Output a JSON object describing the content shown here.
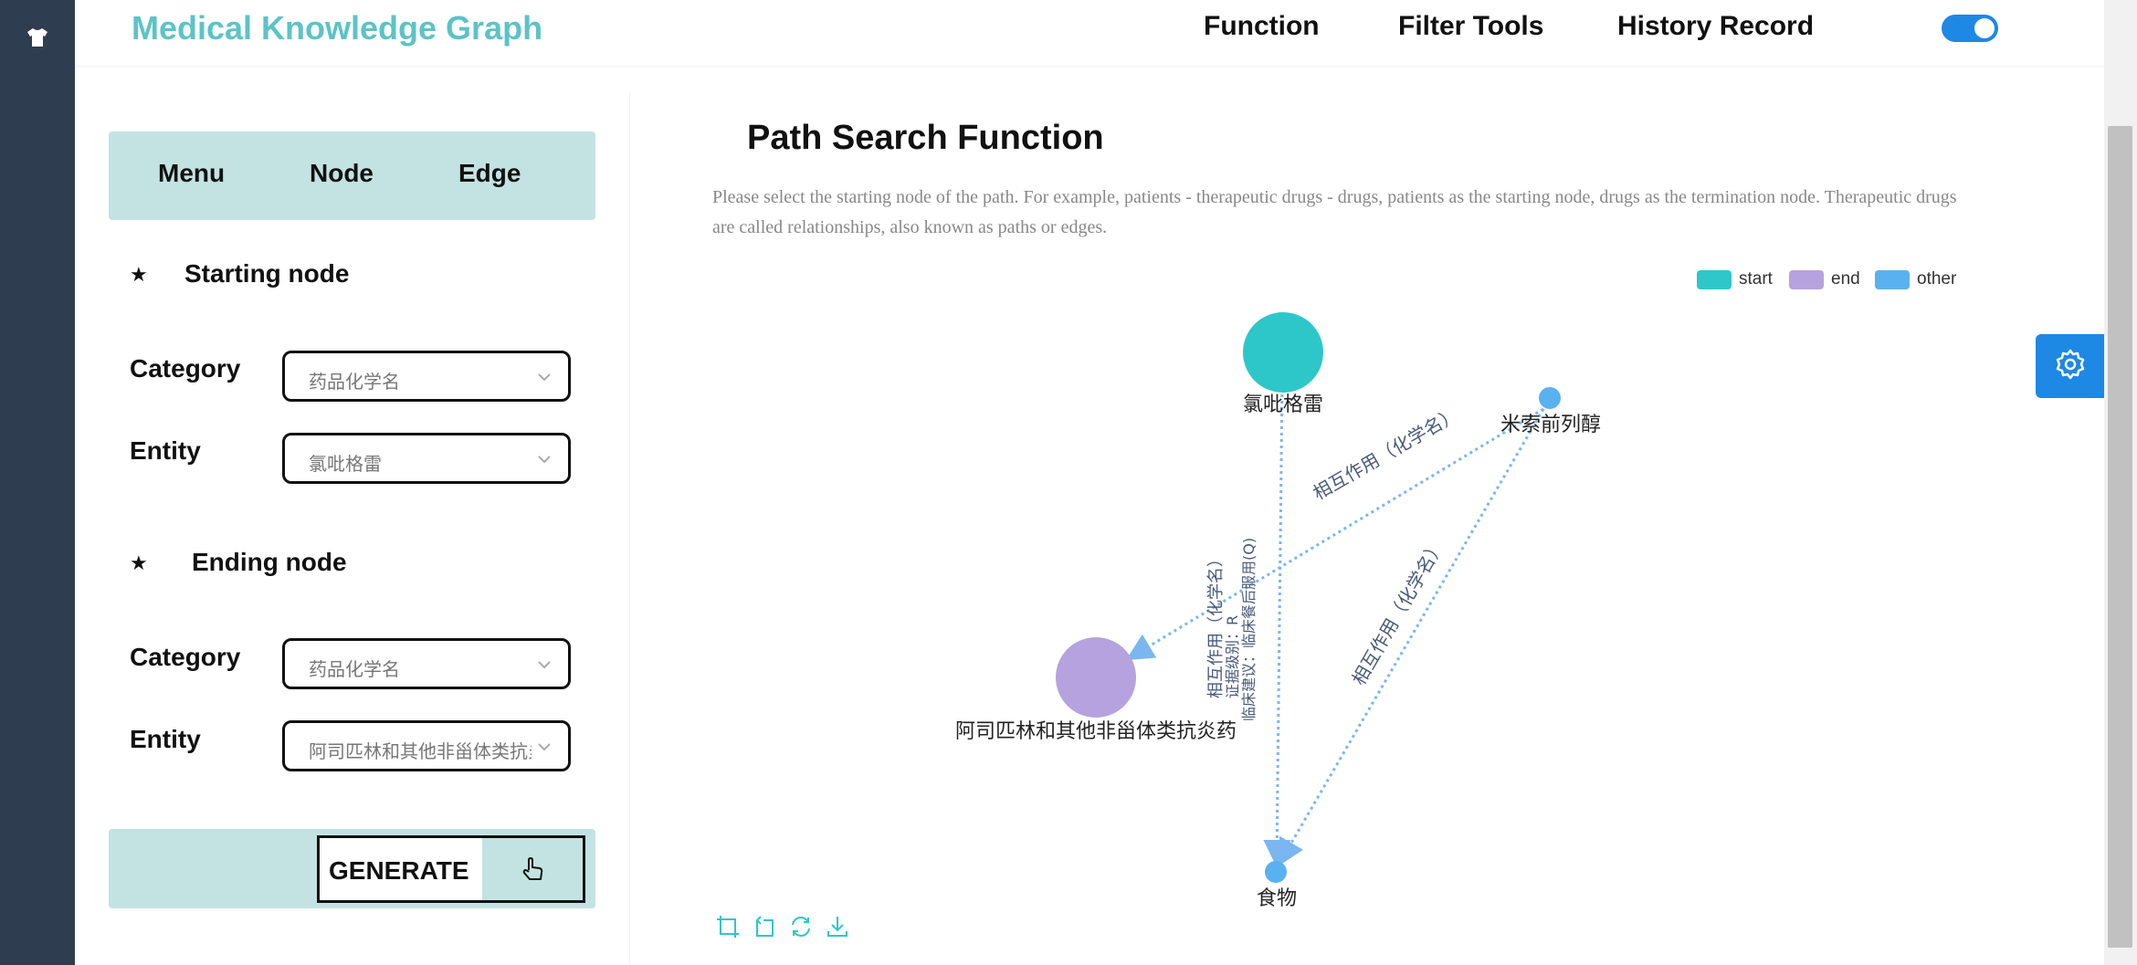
{
  "header": {
    "title": "Medical Knowledge Graph",
    "nav": [
      "Function",
      "Filter Tools",
      "History Record"
    ],
    "toggle_on": true
  },
  "sidebar": {
    "icon": "shirt-icon"
  },
  "left_panel": {
    "tabs": [
      "Menu",
      "Node",
      "Edge"
    ],
    "starting_node": {
      "title": "Starting node",
      "category_label": "Category",
      "category_value": "药品化学名",
      "entity_label": "Entity",
      "entity_value": "氯吡格雷"
    },
    "ending_node": {
      "title": "Ending node",
      "category_label": "Category",
      "category_value": "药品化学名",
      "entity_label": "Entity",
      "entity_value": "阿司匹林和其他非甾体类抗炎药"
    },
    "generate_label": "GENERATE"
  },
  "main": {
    "title": "Path Search Function",
    "description": "Please select the starting node of the path. For example, patients - therapeutic drugs - drugs, patients as the starting node, drugs as the termination node. Therapeutic drugs are called relationships, also known as paths or edges.",
    "legend": [
      {
        "label": "start",
        "color": "#2ec7c9"
      },
      {
        "label": "end",
        "color": "#b6a2de"
      },
      {
        "label": "other",
        "color": "#5ab1ef"
      }
    ]
  },
  "graph": {
    "nodes": [
      {
        "id": "n1",
        "label": "氯吡格雷",
        "type": "start"
      },
      {
        "id": "n2",
        "label": "米索前列醇",
        "type": "other"
      },
      {
        "id": "n3",
        "label": "阿司匹林和其他非甾体类抗炎药",
        "type": "end"
      },
      {
        "id": "n4",
        "label": "食物",
        "type": "other"
      }
    ],
    "edges": [
      {
        "from": "n2",
        "to": "n3",
        "label": "相互作用（化学名）"
      },
      {
        "from": "n2",
        "to": "n4",
        "label": "相互作用（化学名）"
      },
      {
        "from": "n1",
        "to": "n4",
        "label": "相互作用（化学名）",
        "extra": [
          "证据级别：R",
          "临床建议：临床餐后服用(Q)"
        ]
      }
    ]
  },
  "icons": {
    "settings": "gear-icon",
    "toolbox": [
      "zoom-select-icon",
      "zoom-reset-icon",
      "restore-icon",
      "save-image-icon"
    ]
  }
}
